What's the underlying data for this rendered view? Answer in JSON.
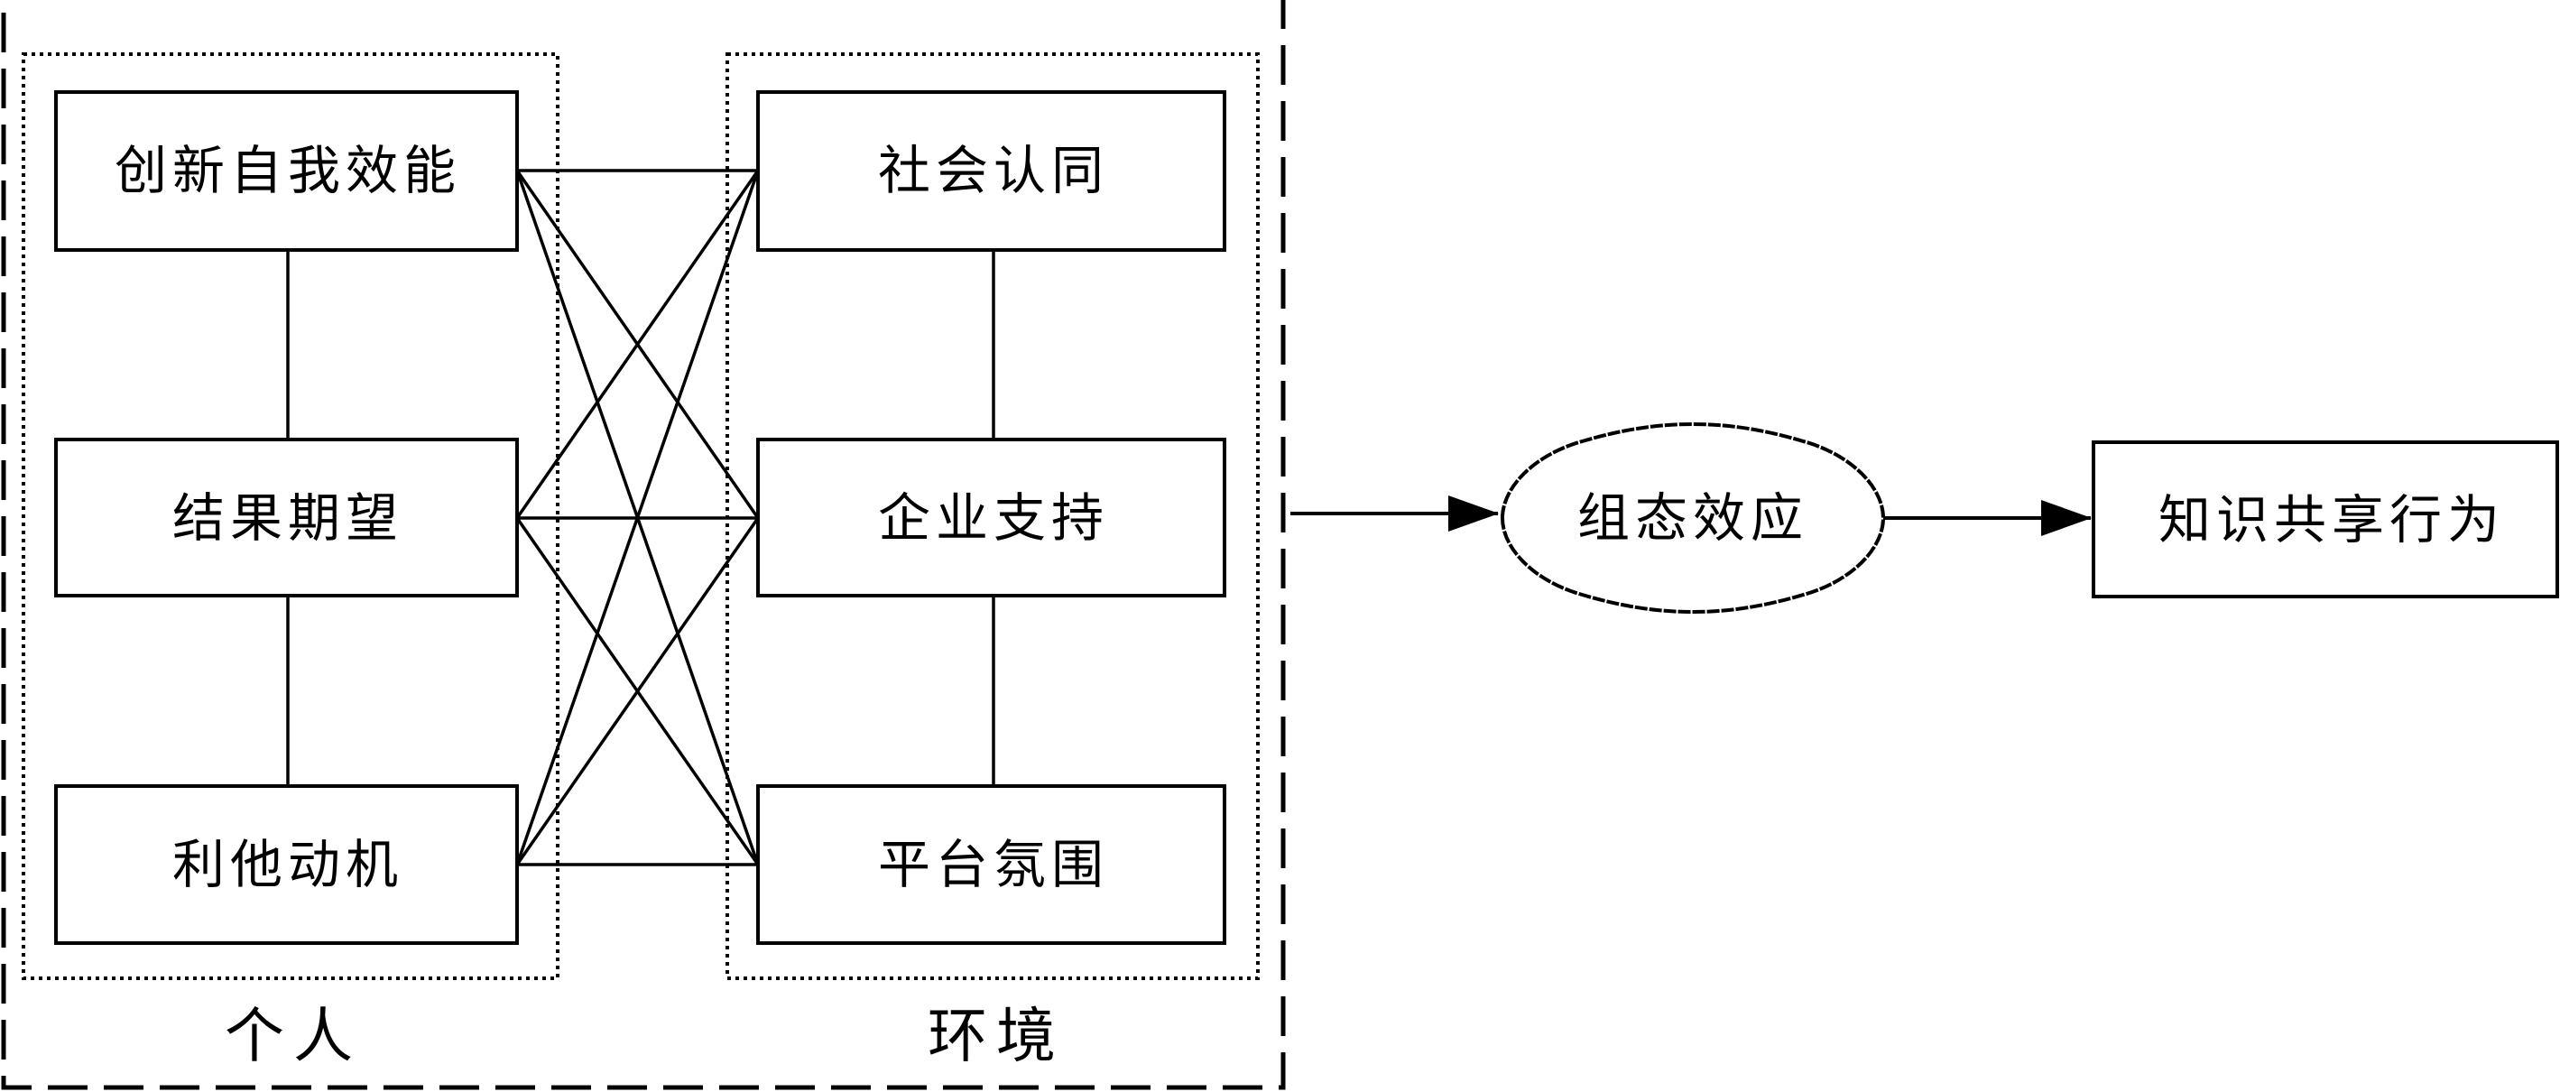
{
  "diagram": {
    "groups": {
      "individual": {
        "label": "个人",
        "items": [
          "创新自我效能",
          "结果期望",
          "利他动机"
        ]
      },
      "environment": {
        "label": "环境",
        "items": [
          "社会认同",
          "企业支持",
          "平台氛围"
        ]
      }
    },
    "effect": {
      "label": "组态效应"
    },
    "outcome": {
      "label": "知识共享行为"
    }
  }
}
